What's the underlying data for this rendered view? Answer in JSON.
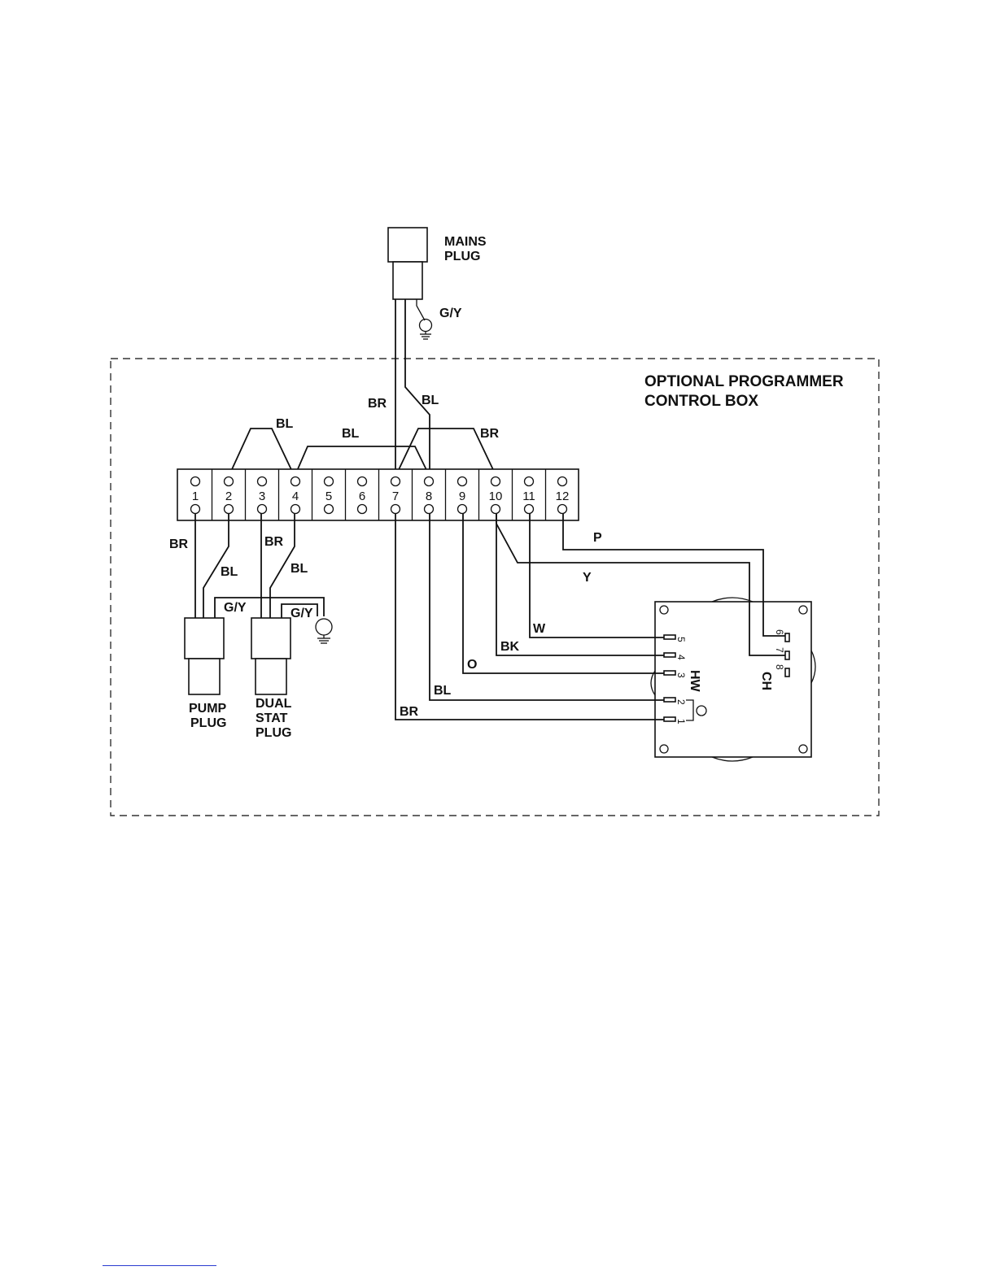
{
  "mains_plug": {
    "line1": "MAINS",
    "line2": "PLUG",
    "earth_label": "G/Y"
  },
  "control_box": {
    "title_line1": "OPTIONAL PROGRAMMER",
    "title_line2": "CONTROL BOX"
  },
  "terminal_numbers": [
    "1",
    "2",
    "3",
    "4",
    "5",
    "6",
    "7",
    "8",
    "9",
    "10",
    "11",
    "12"
  ],
  "wire_labels": {
    "mains_br": "BR",
    "mains_bl": "BL",
    "bridge_2_4": "BL",
    "bridge_4_8": "BL",
    "bridge_7_10": "BR",
    "t1_pump": "BR",
    "t2_pump": "BL",
    "t3_stat": "BR",
    "t4_stat": "BL",
    "pump_earth": "G/Y",
    "stat_earth": "G/Y",
    "t12": "P",
    "t10_y": "Y",
    "t11": "W",
    "t10_bk": "BK",
    "t9": "O",
    "t8": "BL",
    "t7": "BR"
  },
  "pump_plug": {
    "line1": "PUMP",
    "line2": "PLUG"
  },
  "stat_plug": {
    "line1": "DUAL",
    "line2": "STAT",
    "line3": "PLUG"
  },
  "programmer": {
    "pins": [
      "1",
      "2",
      "3",
      "4",
      "5",
      "6",
      "7",
      "8"
    ],
    "hw_label": "HW",
    "ch_label": "CH"
  }
}
